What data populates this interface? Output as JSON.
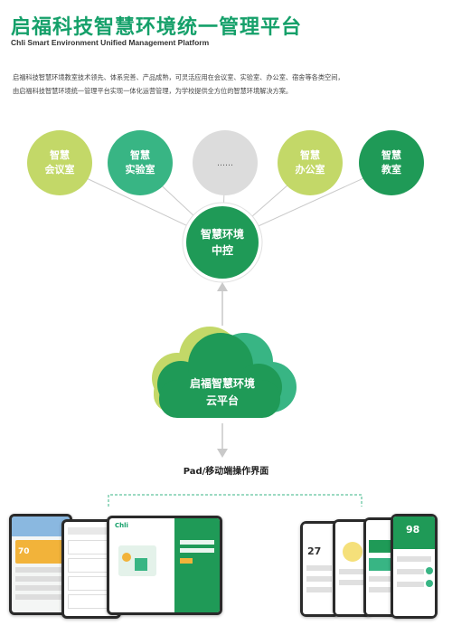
{
  "header": {
    "title": "启福科技智慧环境统一管理平台",
    "subtitle": "Chli Smart Environment Unified Management Platform"
  },
  "description": {
    "line1": "启福科技智慧环境教室技术领先、体系完善、产品成熟，可灵活应用在会议室、实验室、办公室、宿舍等各类空间，",
    "line2": "由启福科技智慧环境统一管理平台实现一体化运营管理，为学校提供全方位的智慧环境解决方案。"
  },
  "nodes": {
    "meeting_room": {
      "line1": "智慧",
      "line2": "会议室",
      "color": "#c3d868"
    },
    "lab": {
      "line1": "智慧",
      "line2": "实验室",
      "color": "#38b584"
    },
    "more": {
      "label": "……",
      "color": "#dcdcdc"
    },
    "office": {
      "line1": "智慧",
      "line2": "办公室",
      "color": "#c3d868"
    },
    "classroom": {
      "line1": "智慧",
      "line2": "教室",
      "color": "#1f9a57"
    },
    "center": {
      "line1": "智慧环境",
      "line2": "中控",
      "color": "#1f9a57"
    },
    "cloud": {
      "line1": "启福智慧环境",
      "line2": "云平台",
      "color": "#1f9a57"
    }
  },
  "caption": "Pad/移动端操作界面",
  "colors": {
    "brand_green": "#15a06a",
    "light_green": "#c3d868",
    "mid_green": "#38b584",
    "dark_green": "#1f9a57",
    "connector": "#cccccc"
  },
  "devices": {
    "pad_login_title": "Chli",
    "phone_reading_1": "27",
    "phone_reading_2": "98",
    "pad_reading": "70"
  }
}
